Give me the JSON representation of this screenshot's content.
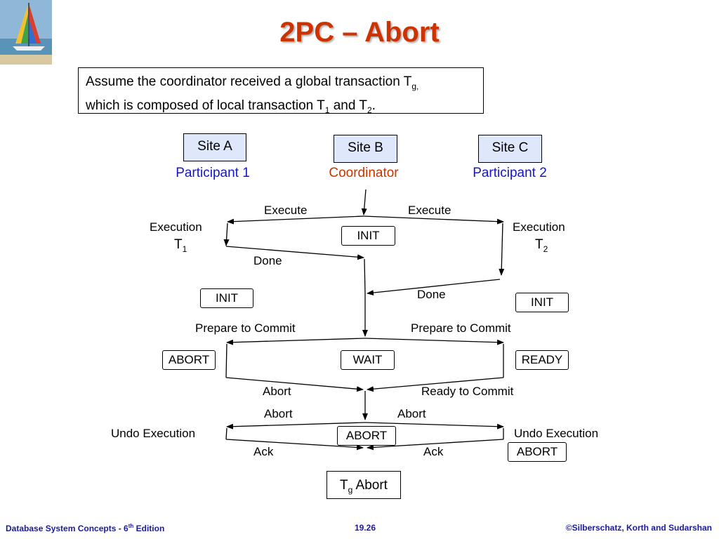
{
  "title": "2PC – Abort",
  "assumption": {
    "line1": "Assume the coordinator received a global transaction T",
    "line1_sub": "g,",
    "line2a": "which is composed of local transaction T",
    "line2_sub1": "1",
    "line2b": " and T",
    "line2_sub2": "2",
    "line2c": "."
  },
  "sites": {
    "a": {
      "name": "Site A",
      "role": "Participant 1"
    },
    "b": {
      "name": "Site B",
      "role": "Coordinator"
    },
    "c": {
      "name": "Site C",
      "role": "Participant 2"
    }
  },
  "flow": {
    "execute_left": "Execute",
    "execute_right": "Execute",
    "execution_left": "Execution",
    "t1": "T",
    "t1_sub": "1",
    "execution_right": "Execution",
    "t2": "T",
    "t2_sub": "2",
    "done_left": "Done",
    "done_right": "Done",
    "prepare_left": "Prepare to  Commit",
    "prepare_right": "Prepare to Commit",
    "abort_vote": "Abort",
    "ready_vote": "Ready to Commit",
    "abort_left": "Abort",
    "abort_right": "Abort",
    "undo_left": "Undo Execution",
    "undo_right": "Undo Execution",
    "ack_left": "Ack",
    "ack_right": "Ack"
  },
  "states": {
    "b_init": "INIT",
    "a_init": "INIT",
    "c_init": "INIT",
    "a_abort": "ABORT",
    "b_wait": "WAIT",
    "c_ready": "READY",
    "b_abort": "ABORT",
    "c_abort": "ABORT"
  },
  "result": {
    "prefix": "T",
    "sub": "g",
    "suffix": " Abort"
  },
  "footer": {
    "left_prefix": "Database System Concepts - 6",
    "left_sup": "th",
    "left_suffix": " Edition",
    "center": "19.26",
    "right": "©Silberschatz, Korth and Sudarshan"
  },
  "colors": {
    "title": "#cc3300",
    "participant": "#1515c8",
    "coordinator": "#cc3300",
    "site_box": "#dfe8fb",
    "footer": "#1a1aa0"
  }
}
